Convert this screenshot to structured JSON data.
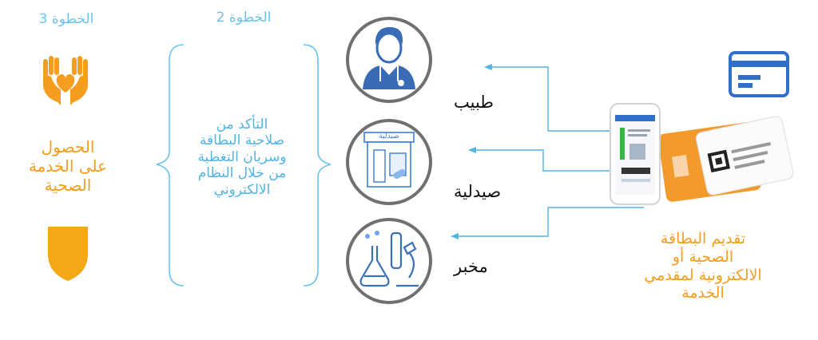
{
  "steps": {
    "step3": {
      "label": "الخطوة 3",
      "text": "الحصول\nعلى الخدمة\nالصحية"
    },
    "step2": {
      "label": "الخطوة 2",
      "text": "التأكد من\nصلاحية البطاقة\nوسريان التغطية\nمن خلال النظام\nالالكتروني"
    },
    "step1": {
      "text": "تقديم البطاقة\nالصحية أو\nالالكترونية  لمقدمي\nالخدمة"
    }
  },
  "providers": [
    {
      "label": "طبيب",
      "icon": "doctor-icon"
    },
    {
      "label": "صيدلية",
      "icon": "pharmacy-icon"
    },
    {
      "label": "مخبر",
      "icon": "lab-icon"
    }
  ],
  "pharmacy_sign": "صيدلية",
  "colors": {
    "orange": "#f59d1e",
    "blue": "#52b4e2",
    "circle": "#707070"
  }
}
